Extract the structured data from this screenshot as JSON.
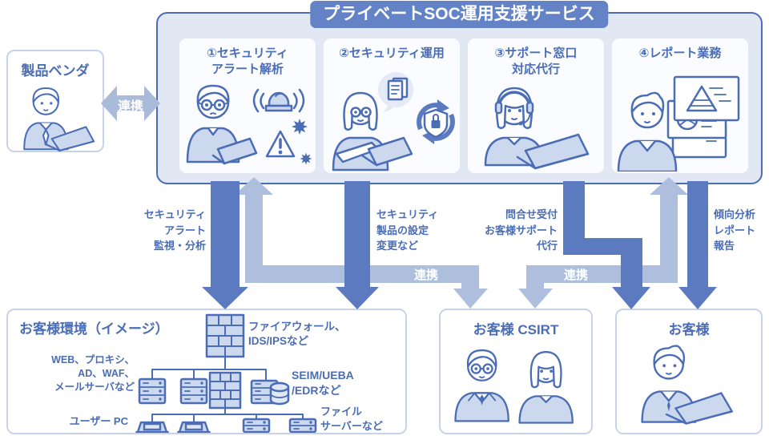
{
  "title": "プライベートSOC運用支援サービス",
  "link_label": "連携",
  "vendor": {
    "title": "製品ベンダ"
  },
  "soc": {
    "cards": [
      {
        "title": "①セキュリティ\nアラート解析"
      },
      {
        "title": "②セキュリティ運用"
      },
      {
        "title": "③サポート窓口\n対応代行"
      },
      {
        "title": "④レポート業務"
      }
    ]
  },
  "flows": {
    "alert": "セキュリティ\nアラート\n監視・分析",
    "config": "セキュリティ\n製品の設定\n変更など",
    "support": "問合せ受付\nお客様サポート\n代行",
    "report": "傾向分析\nレポート\n報告"
  },
  "customer_env": {
    "title": "お客様環境（イメージ）",
    "labels": {
      "firewall": "ファイアウォール、\nIDS/IPSなど",
      "servers": "WEB、プロキシ、\nAD、WAF、\nメールサーバなど",
      "seim": "SEIM/UEBA\n/EDRなど",
      "user_pc": "ユーザー PC",
      "file_server": "ファイル\nサーバーなど"
    }
  },
  "csirt": {
    "title": "お客様 CSIRT"
  },
  "customer": {
    "title": "お客様"
  },
  "colors": {
    "dark_arrow": "#5b7abf",
    "light_arrow": "#aebfde",
    "text_blue": "#4a6db5",
    "badge_blue": "#6383c6",
    "soc_fill": "#e2e7f4",
    "soc_border": "#4d6cb8",
    "box_border": "#c7d3ea",
    "icon_fill": "#ccd8ee"
  }
}
